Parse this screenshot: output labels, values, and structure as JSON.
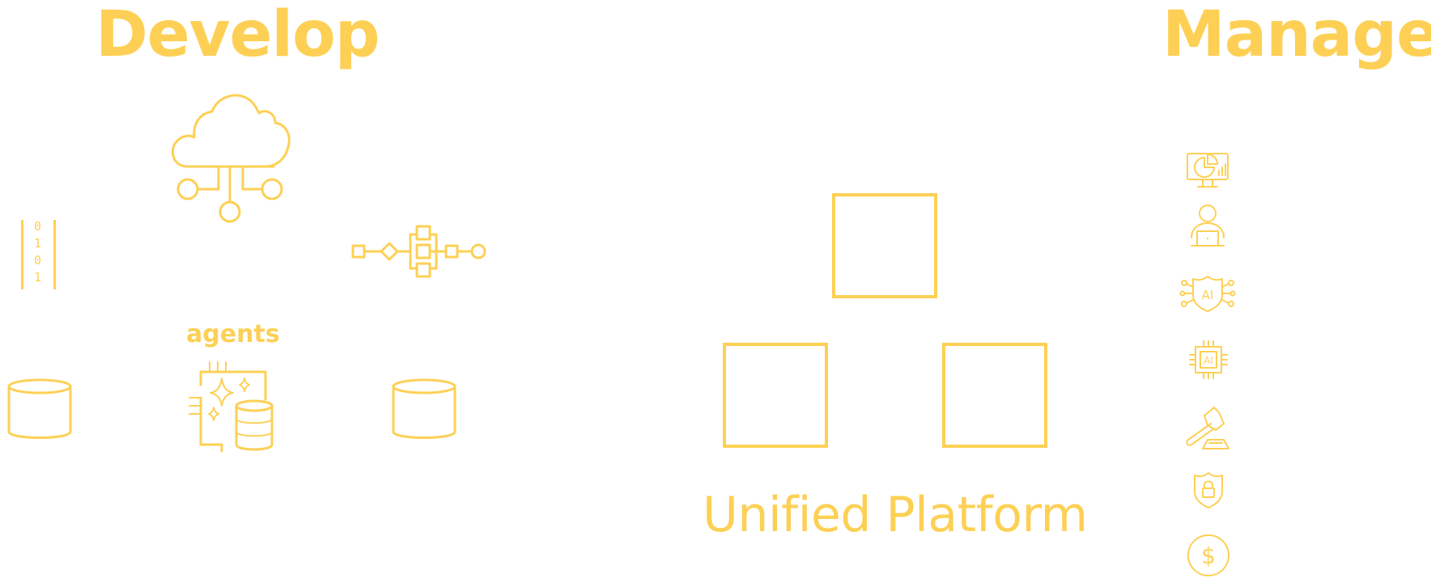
{
  "develop": {
    "title": "Develop",
    "agents_label": "agents",
    "binary_digits": [
      "0",
      "1",
      "0",
      "1"
    ]
  },
  "manage": {
    "title": "Manage",
    "icons": [
      "analytics-dashboard-icon",
      "user-laptop-icon",
      "ai-shield-icon",
      "ai-chip-icon",
      "gavel-icon",
      "security-shield-icon",
      "dollar-coin-icon"
    ],
    "ai_chip_text": "AI",
    "ai_shield_text": "AI",
    "currency_symbol": "$"
  },
  "platform": {
    "label": "Unified Platform"
  },
  "colors": {
    "accent": "#FDD055",
    "background": "#FFFFFF"
  }
}
